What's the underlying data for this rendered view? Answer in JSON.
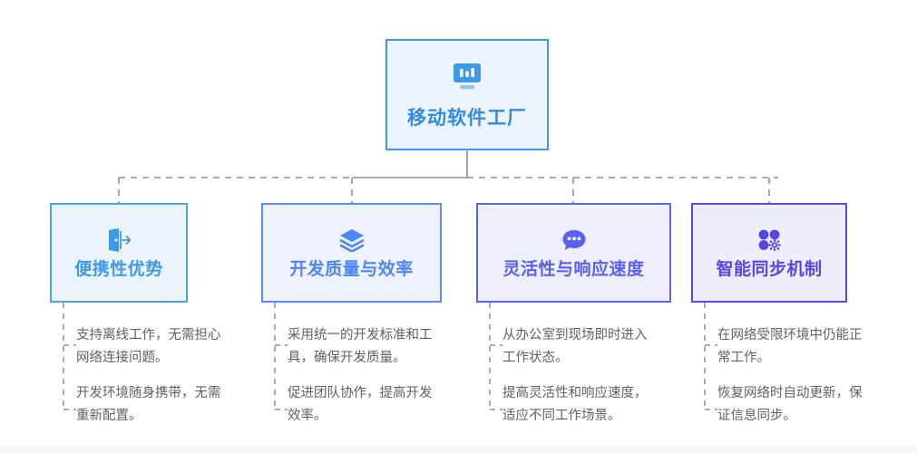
{
  "root": {
    "title": "移动软件工厂",
    "icon": "monitor-chart-icon",
    "border_color": "#3d9ae8",
    "fill_color": "#edf4fd",
    "text_color": "#2f8ae8"
  },
  "connector": {
    "style": "dashed",
    "color": "#8c8fa0"
  },
  "branches": [
    {
      "title": "便携性优势",
      "icon": "door-exit-icon",
      "border_color": "#4aa3e4",
      "fill_color": "#ebf4fd",
      "text_color": "#3d9ae8",
      "bullets": [
        {
          "lines": [
            "支持离线工作，无需担心",
            "网络连接问题。"
          ]
        },
        {
          "lines": [
            "开发环境随身携带，无需",
            "重新配置。"
          ]
        }
      ]
    },
    {
      "title": "开发质量与效率",
      "icon": "layers-stack-icon",
      "border_color": "#5a8ced",
      "fill_color": "#eef2fd",
      "text_color": "#4f86f7",
      "bullets": [
        {
          "lines": [
            "采用统一的开发标准和工",
            "具，确保开发质量。"
          ]
        },
        {
          "lines": [
            "促进团队协作，提高开发",
            "效率。"
          ]
        }
      ]
    },
    {
      "title": "灵活性与响应速度",
      "icon": "chat-bubble-dots-icon",
      "border_color": "#5d63ef",
      "fill_color": "#eeeefc",
      "text_color": "#5a61f0",
      "bullets": [
        {
          "lines": [
            "从办公室到现场即时进入",
            "工作状态。"
          ]
        },
        {
          "lines": [
            "提高灵活性和响应速度，",
            "适应不同工作场景。"
          ]
        }
      ]
    },
    {
      "title": "智能同步机制",
      "icon": "dots-gear-icon",
      "border_color": "#5b47ea",
      "fill_color": "#eeedfb",
      "text_color": "#5447e6",
      "bullets": [
        {
          "lines": [
            "在网络受限环境中仍能正",
            "常工作。"
          ]
        },
        {
          "lines": [
            "恢复网络时自动更新，保",
            "证信息同步。"
          ]
        }
      ]
    }
  ]
}
